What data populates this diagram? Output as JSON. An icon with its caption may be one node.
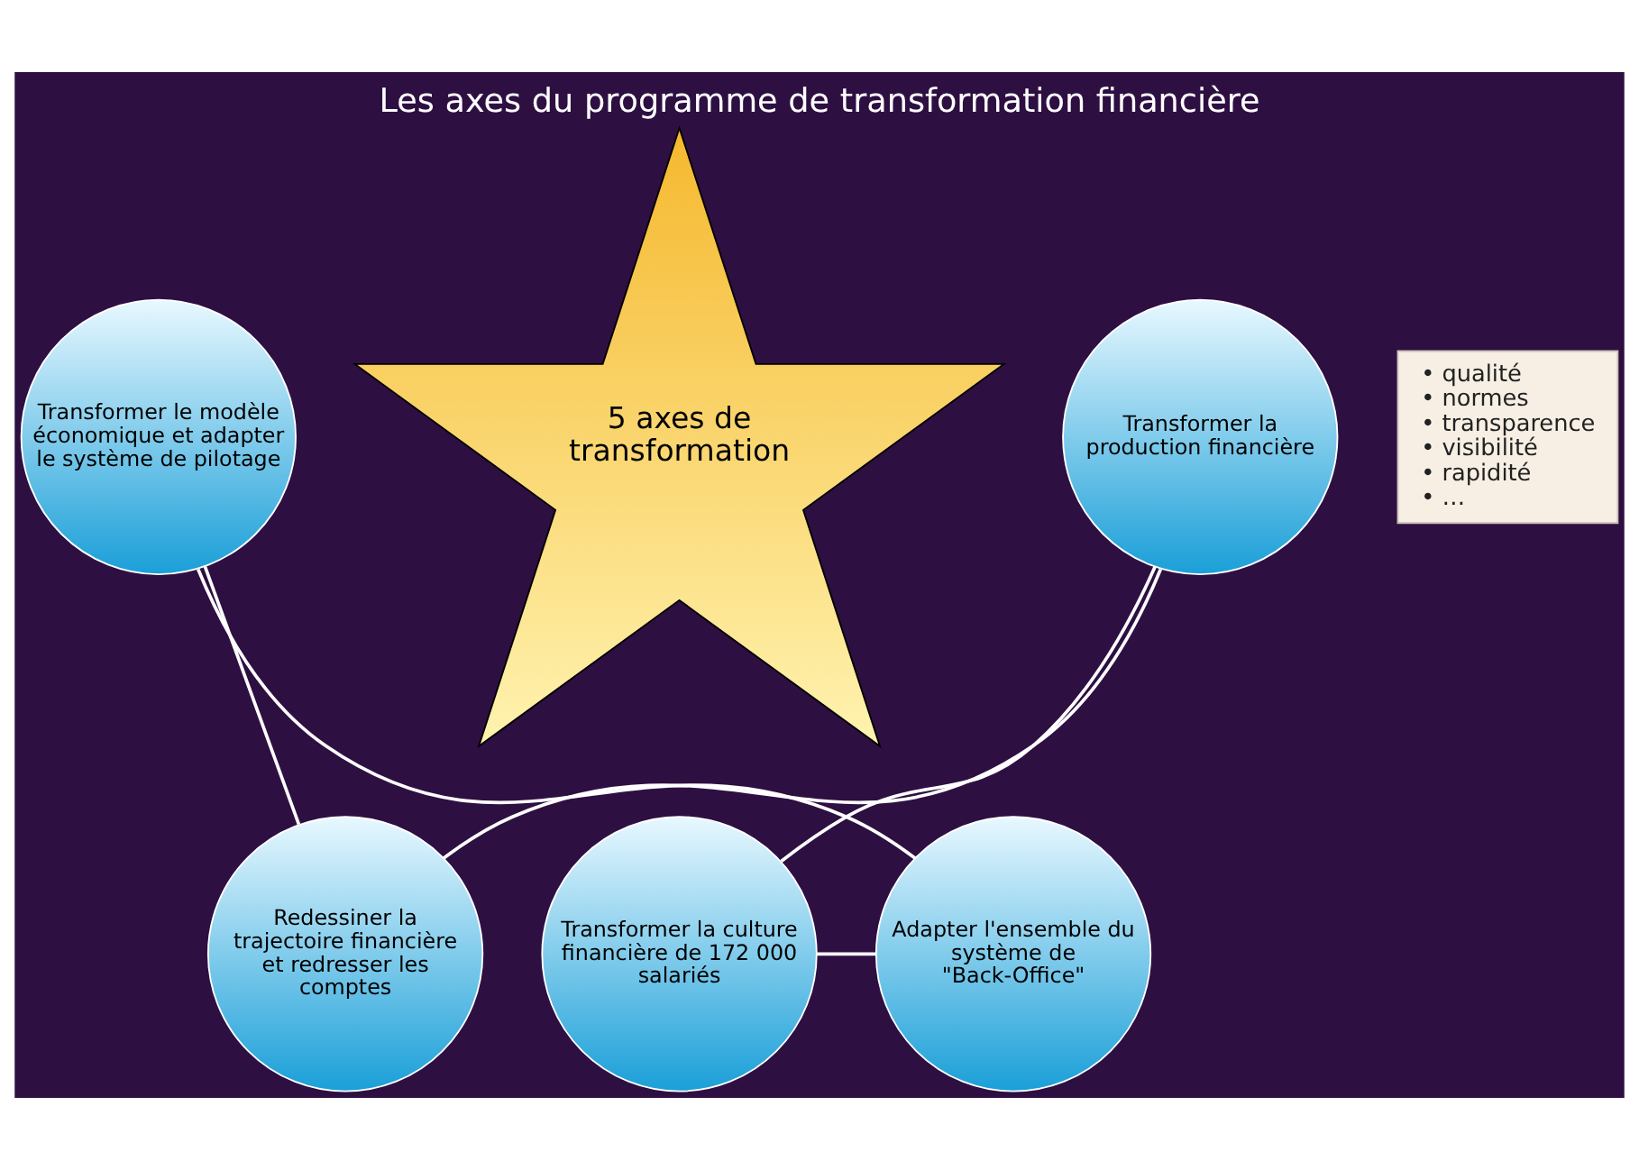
{
  "diagram": {
    "title": "Les axes du programme de transformation financière",
    "nodes": [
      {
        "text": [
          "5 axes de transformation"
        ]
      },
      {
        "text": [
          "Redessiner la trajectoire financière et redresser les comptes"
        ]
      },
      {
        "text": [
          "Transformer le modèle économique et adapter le système de pilotage"
        ]
      },
      {
        "text": [
          "Transformer la production financière"
        ]
      },
      {
        "text": [
          "• qualité",
          "• normes",
          "• transparence",
          "• visibilité",
          "• rapidité",
          "• …"
        ]
      },
      {
        "text": [
          "Adapter l'ensemble du système de \"Back-Office\""
        ]
      },
      {
        "text": [
          "Transformer la culture financière de 172 000 salariés"
        ]
      }
    ],
    "edges": [
      {
        "from": 1,
        "to": 3,
        "arrow": "none"
      },
      {
        "from": 3,
        "to": 6,
        "arrow": "none"
      },
      {
        "from": 6,
        "to": 5,
        "arrow": "none"
      },
      {
        "from": 5,
        "to": 2,
        "arrow": "none"
      },
      {
        "from": 2,
        "to": 1,
        "arrow": "none"
      }
    ]
  }
}
